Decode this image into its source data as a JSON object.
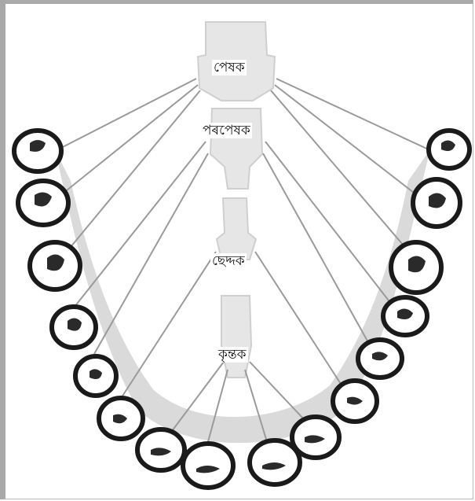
{
  "labels": {
    "molar": "পেষক",
    "premolar": "পৰপেষক",
    "canine": "ছেদ্দক",
    "incisor": "কৃন্তক"
  },
  "colors": {
    "outline": "#1a1a1a",
    "lines": "#9a9a9a",
    "shade": "#cfcfcf",
    "frame": "#a9a9a9"
  }
}
